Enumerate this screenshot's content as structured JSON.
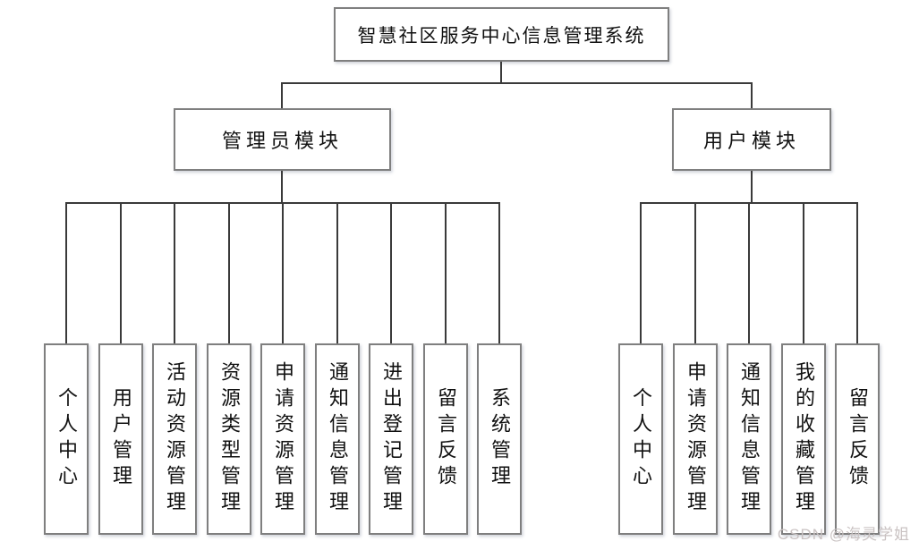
{
  "diagram": {
    "root": {
      "label": "智慧社区服务中心信息管理系统"
    },
    "modules": [
      {
        "label": "管理员模块",
        "children": [
          "个人中心",
          "用户管理",
          "活动资源管理",
          "资源类型管理",
          "申请资源管理",
          "通知信息管理",
          "进出登记管理",
          "留言反馈",
          "系统管理"
        ]
      },
      {
        "label": "用户模块",
        "children": [
          "个人中心",
          "申请资源管理",
          "通知信息管理",
          "我的收藏管理",
          "留言反馈"
        ]
      }
    ],
    "colors": {
      "box_fill": "#ffffff",
      "box_border": "#7f7f7f",
      "connector": "#3a3a3a",
      "text": "#111111",
      "watermark": "#c9c2c2"
    }
  },
  "watermark": {
    "text": "CSDN @海灵学姐"
  }
}
